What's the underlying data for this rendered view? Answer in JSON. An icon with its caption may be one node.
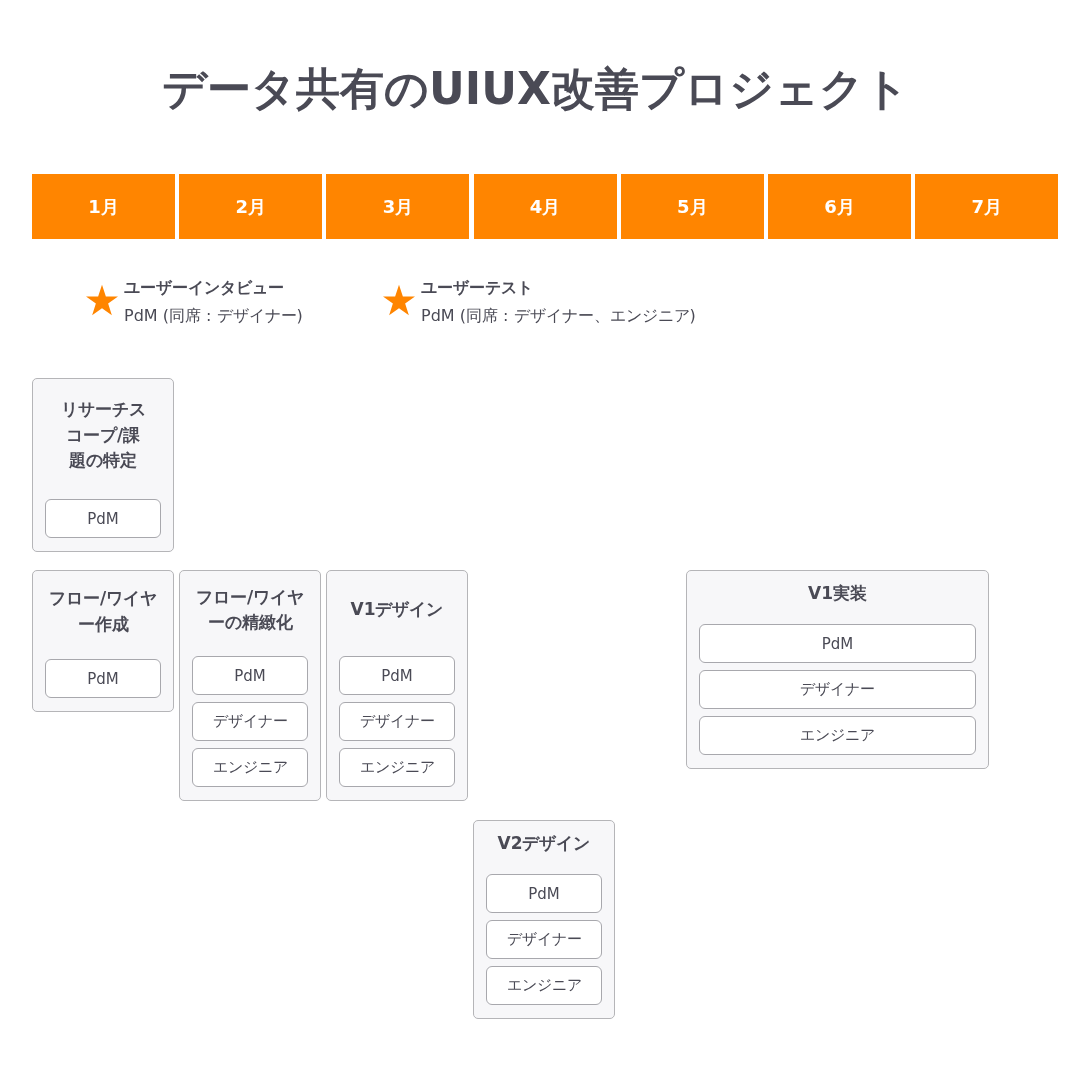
{
  "diagram": {
    "title": "データ共有のUIUX改善プロジェクト",
    "nodes": [
      {
        "text": [
          "1月"
        ]
      },
      {
        "text": [
          "2月"
        ]
      },
      {
        "text": [
          "3月"
        ]
      },
      {
        "text": [
          "4月"
        ]
      },
      {
        "text": [
          "5月"
        ]
      },
      {
        "text": [
          "6月"
        ]
      },
      {
        "text": [
          "7月"
        ]
      },
      {
        "text": [
          "リサーチスコープ/課題の特定"
        ]
      },
      {
        "text": [
          "PdM"
        ],
        "in": 7
      },
      {
        "text": [
          "フロー/ワイヤー作成"
        ]
      },
      {
        "text": [
          "PdM"
        ],
        "in": 9
      },
      {
        "text": [
          "フロー/ワイヤーの精緻化"
        ]
      },
      {
        "text": [
          "PdM"
        ],
        "in": 11
      },
      {
        "text": [
          "デザイナー"
        ],
        "in": 11
      },
      {
        "text": [
          "エンジニア"
        ],
        "in": 11
      },
      {
        "text": [
          "V1デザイン"
        ]
      },
      {
        "text": [
          "PdM"
        ],
        "in": 15
      },
      {
        "text": [
          "デザイナー"
        ],
        "in": 15
      },
      {
        "text": [
          "エンジニア"
        ],
        "in": 15
      },
      {
        "text": [
          "V1実装"
        ]
      },
      {
        "text": [
          "PdM"
        ],
        "in": 19
      },
      {
        "text": [
          "デザイナー"
        ],
        "in": 19
      },
      {
        "text": [
          "エンジニア"
        ],
        "in": 19
      },
      {
        "text": [
          "V2デザイン"
        ]
      },
      {
        "text": [
          "PdM"
        ],
        "in": 23
      },
      {
        "text": [
          "デザイナー"
        ],
        "in": 23
      },
      {
        "text": [
          "エンジニア"
        ],
        "in": 23
      }
    ],
    "labels": [
      "ユーザーインタビュー",
      "PdM (同席 : デザイナー)",
      "ユーザーテスト",
      "PdM (同席 : デザイナー、エンジニア)"
    ]
  }
}
